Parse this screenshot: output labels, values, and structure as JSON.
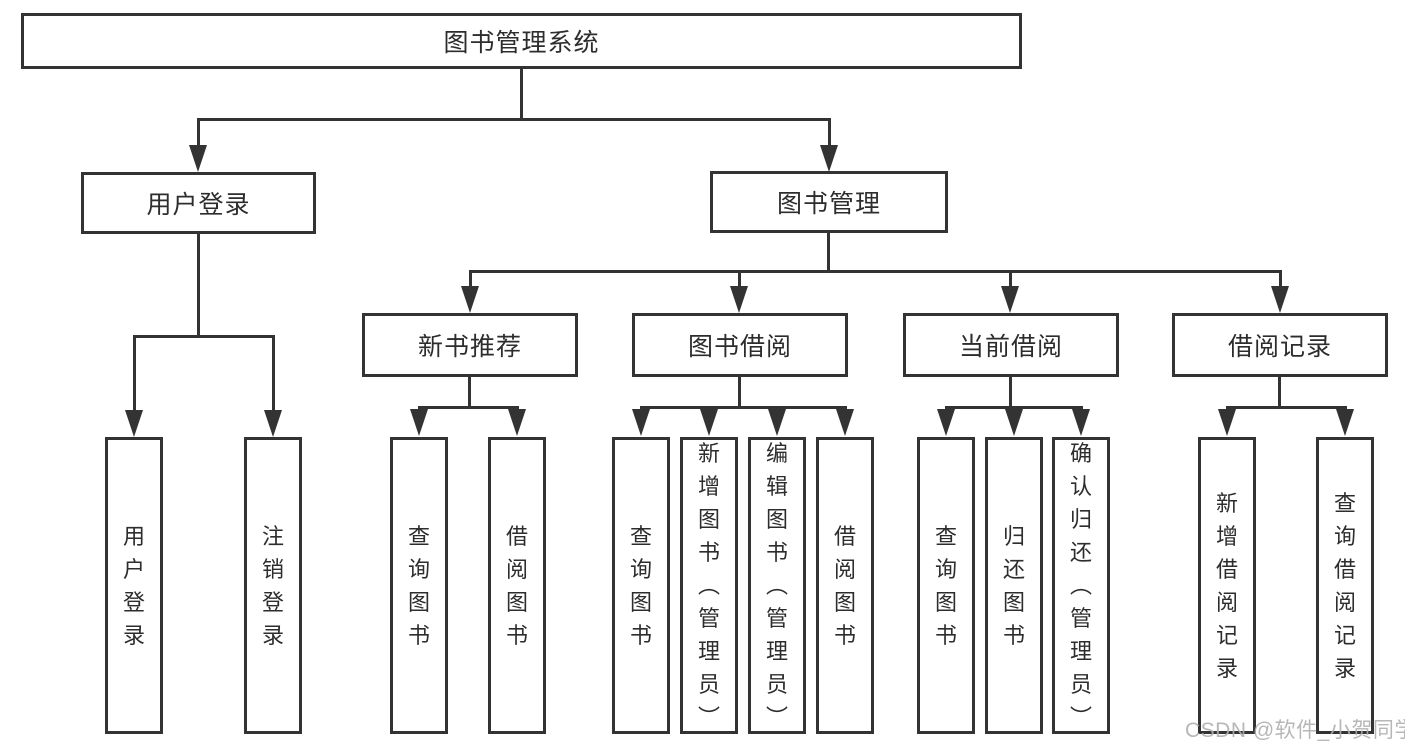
{
  "root": {
    "label": "图书管理系统"
  },
  "branches": {
    "user_login": {
      "label": "用户登录"
    },
    "book_mgmt": {
      "label": "图书管理"
    }
  },
  "modules": {
    "new_books": {
      "label": "新书推荐"
    },
    "book_borrow": {
      "label": "图书借阅"
    },
    "current_borrow": {
      "label": "当前借阅"
    },
    "borrow_records": {
      "label": "借阅记录"
    }
  },
  "leaves": {
    "user_login": {
      "label": "用户登录"
    },
    "logout": {
      "label": "注销登录"
    },
    "nb_query": {
      "label": "查询图书"
    },
    "nb_borrow": {
      "label": "借阅图书"
    },
    "bb_query": {
      "label": "查询图书"
    },
    "bb_add": {
      "label": "新增图书（管理员）"
    },
    "bb_edit": {
      "label": "编辑图书（管理员）"
    },
    "bb_borrow": {
      "label": "借阅图书"
    },
    "cb_query": {
      "label": "查询图书"
    },
    "cb_return": {
      "label": "归还图书"
    },
    "cb_confirm": {
      "label": "确认归还（管理员）"
    },
    "br_add": {
      "label": "新增借阅记录"
    },
    "br_query": {
      "label": "查询借阅记录"
    }
  },
  "watermark": {
    "text": "CSDN @软件_小贺同学"
  },
  "colors": {
    "line": "#333333",
    "text": "#2d2d2d",
    "box_bg": "#ffffff",
    "watermark": "#b0b0b0"
  }
}
